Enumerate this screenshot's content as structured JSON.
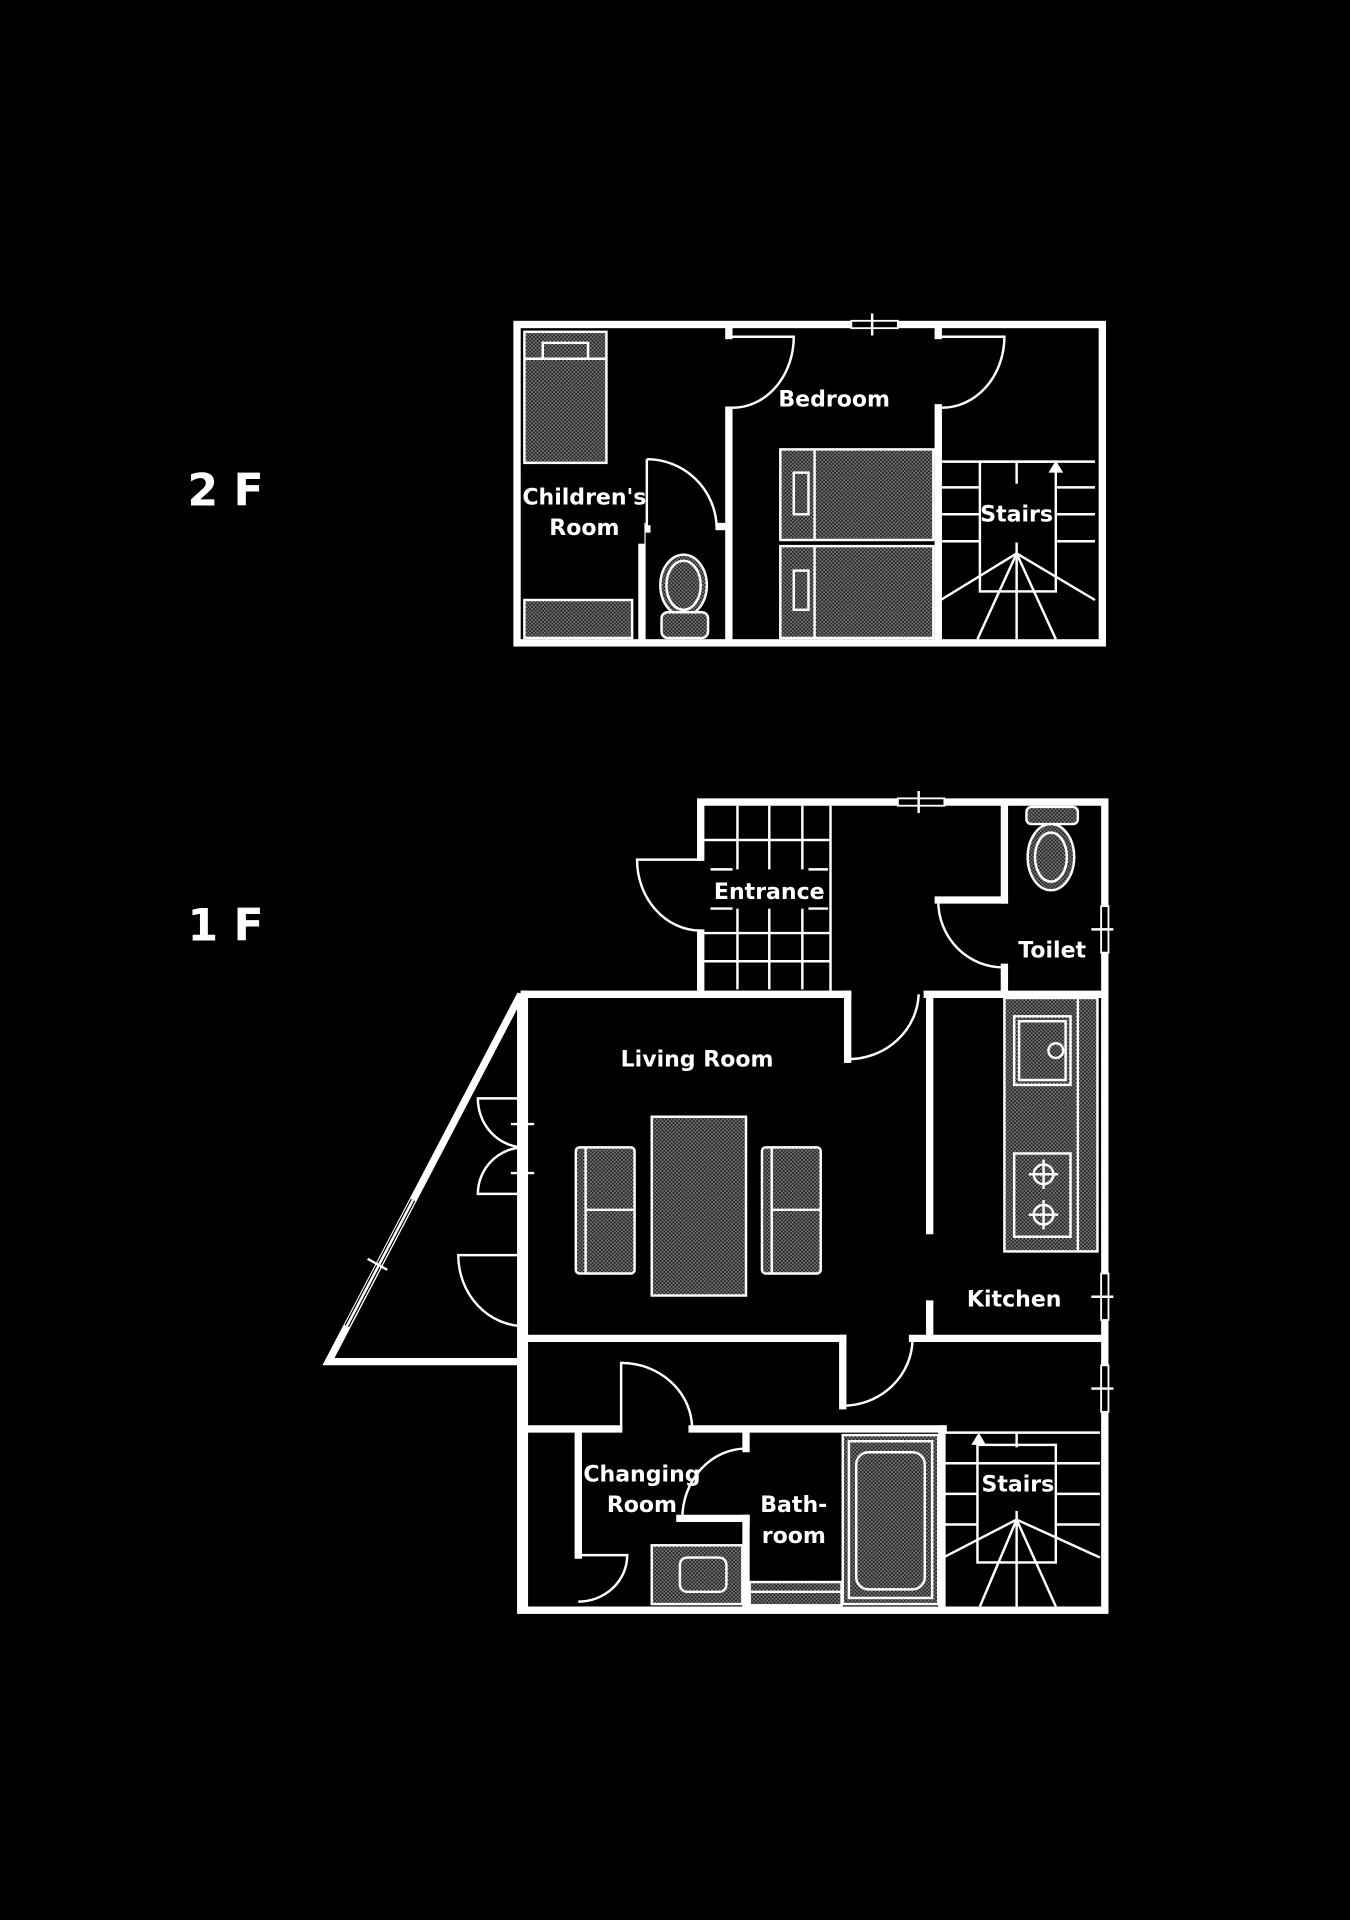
{
  "floors": {
    "second": {
      "label": "2 F",
      "rooms": {
        "children_1": "Children's",
        "children_2": "Room",
        "bedroom": "Bedroom",
        "stairs": "Stairs"
      }
    },
    "first": {
      "label": "1 F",
      "rooms": {
        "entrance": "Entrance",
        "toilet": "Toilet",
        "living": "Living Room",
        "kitchen": "Kitchen",
        "changing_1": "Changing",
        "changing_2": "Room",
        "bath_1": "Bath-",
        "bath_2": "room",
        "stairs": "Stairs"
      }
    }
  },
  "colors": {
    "background": "#000000",
    "lines": "#ffffff",
    "furniture": "#555555"
  }
}
